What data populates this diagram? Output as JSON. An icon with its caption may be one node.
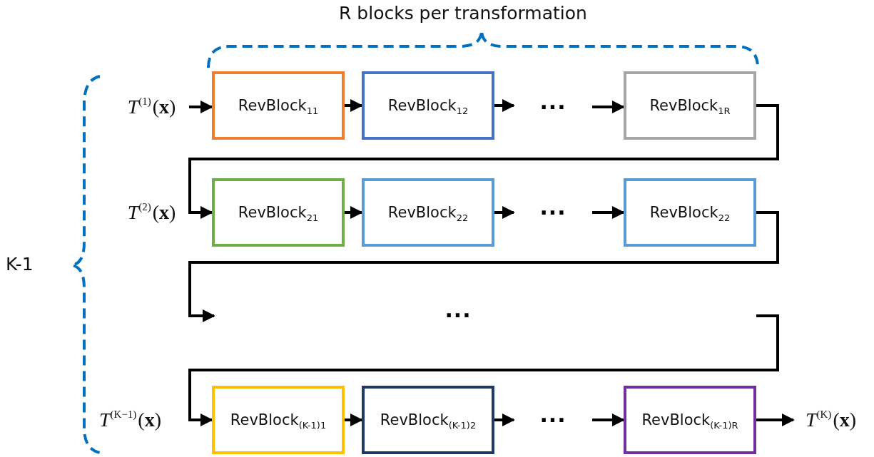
{
  "diagram": {
    "nodes": [
      {
        "text": [
          "*T*$^{(1)}$(**x**)"
        ]
      },
      {
        "text": [
          "RevBlock$_{11}$"
        ]
      },
      {
        "text": [
          "RevBlock$_{12}$"
        ]
      },
      {
        "text": [
          "···"
        ]
      },
      {
        "text": [
          "RevBlock$_{1R}$"
        ]
      },
      {
        "text": [
          "RevBlock$_{21}$"
        ]
      },
      {
        "text": [
          "RevBlock$_{22}$"
        ]
      },
      {
        "text": [
          "···"
        ]
      },
      {
        "text": [
          "RevBlock$_{22}$"
        ]
      },
      {
        "text": [
          "RevBlock$_{(K-1)1}$"
        ]
      },
      {
        "text": [
          "RevBlock$_{(K-1)2}$"
        ]
      },
      {
        "text": [
          "···"
        ]
      },
      {
        "text": [
          "RevBlock$_{(K-1)R}$"
        ]
      },
      {
        "text": [
          "*T*$^{(K)}$(**x**)"
        ]
      }
    ],
    "edges": [
      {
        "from": 0,
        "to": 1,
        "arrow": "to"
      },
      {
        "from": 1,
        "to": 2,
        "arrow": "to"
      },
      {
        "from": 2,
        "to": 3,
        "arrow": "to"
      },
      {
        "from": 3,
        "to": 4,
        "arrow": "to"
      },
      {
        "from": 4,
        "to": 5,
        "arrow": "to"
      },
      {
        "from": 5,
        "to": 6,
        "arrow": "to"
      },
      {
        "from": 6,
        "to": 7,
        "arrow": "to"
      },
      {
        "from": 7,
        "to": 8,
        "arrow": "to"
      },
      {
        "from": 8,
        "to": null,
        "arrow": "to"
      },
      {
        "from": null,
        "to": 9,
        "arrow": "to"
      },
      {
        "from": 9,
        "to": 10,
        "arrow": "to"
      },
      {
        "from": 10,
        "to": 11,
        "arrow": "to"
      },
      {
        "from": 11,
        "to": 12,
        "arrow": "to"
      },
      {
        "from": 12,
        "to": 13,
        "arrow": "to"
      }
    ],
    "labels": [
      "R blocks per transformation",
      "*T*$^{(2)}$(**x**)",
      "K-1",
      "···",
      "*T*$^{(K−1)}$(**x**)"
    ]
  }
}
